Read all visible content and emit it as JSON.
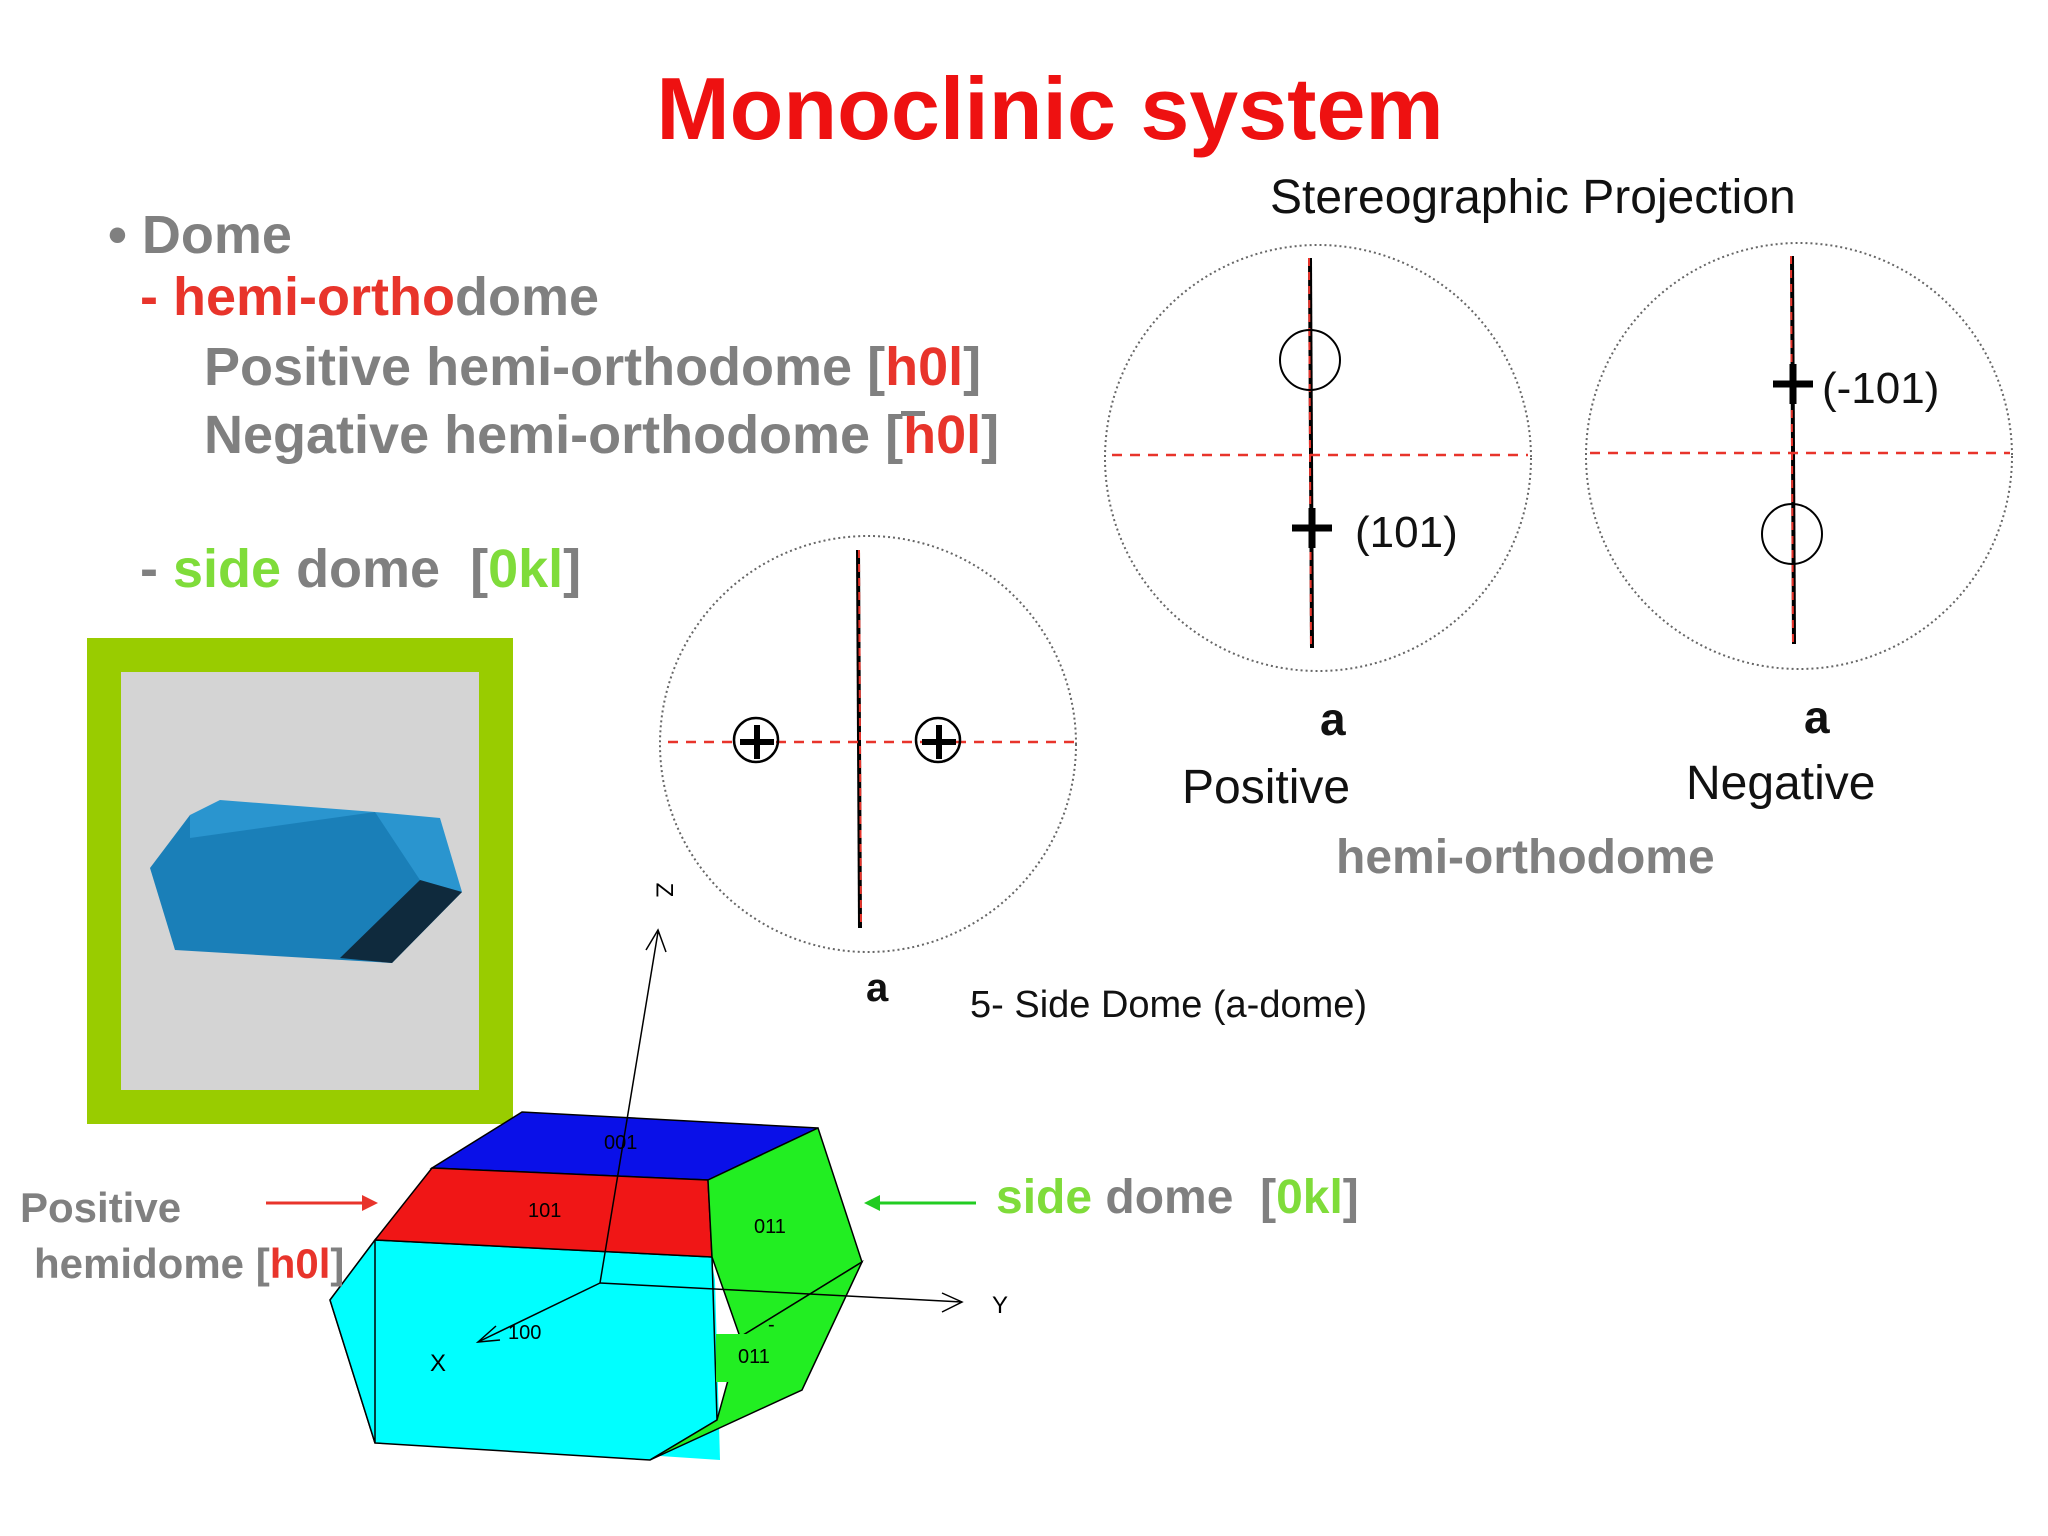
{
  "title": "Monoclinic system",
  "bullets": {
    "dome": "• Dome",
    "hemi_prefix_red": "- hemi-ortho",
    "hemi_suffix_gray": "dome",
    "positive_text": "Positive hemi-orthodome ",
    "positive_bracket_open": "[",
    "positive_index": "h0l",
    "positive_bracket_close": "]",
    "negative_text": "Negative hemi-orthodome ",
    "negative_bracket_open": "[",
    "negative_index": "h0l",
    "negative_bracket_close": "]",
    "side_dash": "- ",
    "side_word": "side",
    "side_dome": " dome  ",
    "side_bracket_open": "[",
    "side_index": "0kl",
    "side_bracket_close": "]"
  },
  "stereo": {
    "heading": "Stereographic Projection",
    "positive_label_a": "a",
    "positive_caption": "Positive",
    "positive_pole": "(101)",
    "negative_label_a": "a",
    "negative_caption": "Negative",
    "negative_pole": "(-101)",
    "hemi_caption": "hemi-orthodome"
  },
  "side_dome_projection": {
    "label_a": "a",
    "caption": "5- Side Dome (a-dome)"
  },
  "crystal": {
    "axis_z": "Z",
    "axis_y": "Y",
    "axis_x": "X",
    "face_001": "001",
    "face_101": "101",
    "face_011": "011",
    "face_011_neg_bar": "-",
    "face_011_neg": "011",
    "face_100": "100",
    "positive_label_line1": "Positive",
    "positive_label_line2": "hemidome ",
    "positive_bracket_open": "[",
    "positive_index": "h0l",
    "positive_bracket_close": "]",
    "side_word": "side",
    "side_dome": " dome  ",
    "side_bracket_open": "[",
    "side_index": "0kl",
    "side_bracket_close": "]"
  },
  "colors": {
    "title": "#ee1111",
    "red_accent": "#e8342b",
    "green_accent": "#7fdc3a",
    "gray_text": "#808080",
    "frame_green": "#99cc00",
    "face_blue": "#0a10e8",
    "face_red": "#f01616",
    "face_green": "#22ee22",
    "face_cyan": "#00ffff",
    "crystal_blue": "#1a7fb8"
  },
  "icons": [
    "plus-marker",
    "circle-marker",
    "arrow-right",
    "arrow-left"
  ]
}
